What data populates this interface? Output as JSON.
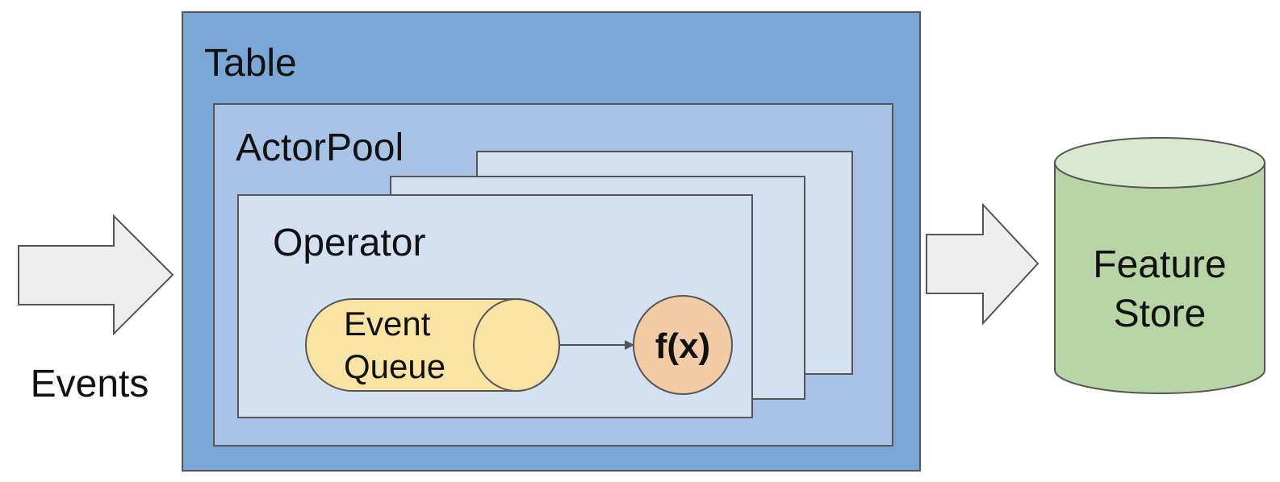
{
  "diagram": {
    "input_label": "Events",
    "table_label": "Table",
    "actorpool_label": "ActorPool",
    "operator_label": "Operator",
    "queue_label_line1": "Event",
    "queue_label_line2": "Queue",
    "function_label": "f(x)",
    "store_label_line1": "Feature",
    "store_label_line2": "Store"
  },
  "colors": {
    "table_fill": "#7ba7d7",
    "actorpool_fill": "#a7c4e6",
    "operator_fill": "#d4e1f1",
    "queue_fill": "#f9e4a4",
    "function_fill": "#f2cca4",
    "store_body_fill": "#b8d5a6",
    "store_top_fill": "#d9e8cf",
    "arrow_fill": "#eeeeee",
    "stroke": "#555555"
  }
}
